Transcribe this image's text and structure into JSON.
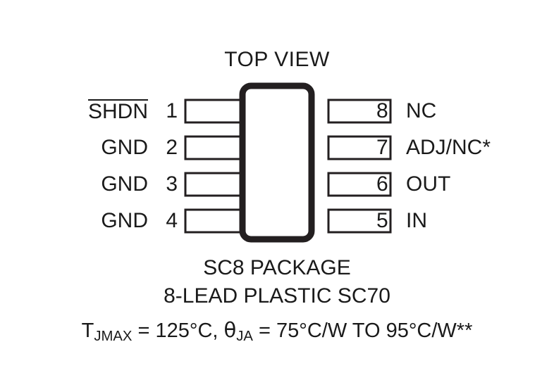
{
  "diagram": {
    "title": "TOP VIEW",
    "package_caption_line1": "SC8 PACKAGE",
    "package_caption_line2": "8-LEAD PLASTIC SC70",
    "thermal": {
      "t_symbol": "T",
      "t_subscript": "JMAX",
      "t_value": " = 125°C, ",
      "theta_symbol": "θ",
      "theta_subscript": "JA",
      "theta_value": " = 75°C/W TO 95°C/W**"
    },
    "colors": {
      "ink": "#1a1a1a",
      "background": "#ffffff",
      "body_outline": "#231f20",
      "lead_outline": "#231f20"
    },
    "pins_left": [
      {
        "number": "1",
        "name": "SHDN",
        "active_low": true
      },
      {
        "number": "2",
        "name": "GND",
        "active_low": false
      },
      {
        "number": "3",
        "name": "GND",
        "active_low": false
      },
      {
        "number": "4",
        "name": "GND",
        "active_low": false
      }
    ],
    "pins_right": [
      {
        "number": "8",
        "name": "NC"
      },
      {
        "number": "7",
        "name": "ADJ/NC*"
      },
      {
        "number": "6",
        "name": "OUT"
      },
      {
        "number": "5",
        "name": "IN"
      }
    ]
  }
}
